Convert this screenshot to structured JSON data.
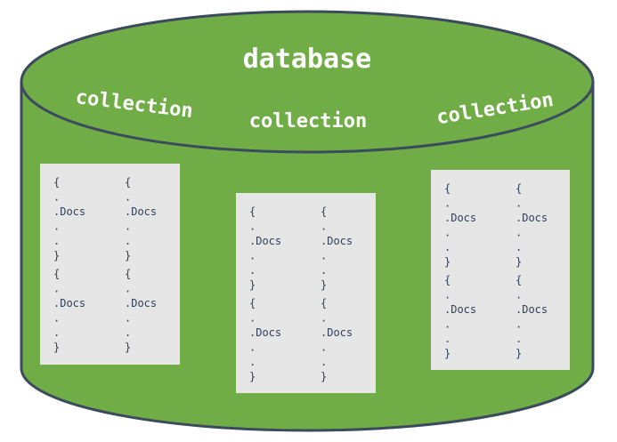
{
  "diagram": {
    "title": "database",
    "colors": {
      "fill": "#70ad47",
      "stroke": "#3b4a5c",
      "panel": "#e6e6e6",
      "text_on_green": "#ffffff",
      "doc_text": "#2f3e5a"
    },
    "collections": [
      {
        "label": "collection",
        "docs": [
          {
            "lines": [
              "{",
              ".",
              ".Docs",
              ".",
              ".",
              "}"
            ]
          },
          {
            "lines": [
              "{",
              ".",
              ".Docs",
              ".",
              ".",
              "}"
            ]
          },
          {
            "lines": [
              "{",
              ".",
              ".Docs",
              ".",
              ".",
              "}"
            ]
          },
          {
            "lines": [
              "{",
              ".",
              ".Docs",
              ".",
              ".",
              "}"
            ]
          }
        ]
      },
      {
        "label": "collection",
        "docs": [
          {
            "lines": [
              "{",
              ".",
              ".Docs",
              ".",
              ".",
              "}"
            ]
          },
          {
            "lines": [
              "{",
              ".",
              ".Docs",
              ".",
              ".",
              "}"
            ]
          },
          {
            "lines": [
              "{",
              ".",
              ".Docs",
              ".",
              ".",
              "}"
            ]
          },
          {
            "lines": [
              "{",
              ".",
              ".Docs",
              ".",
              ".",
              "}"
            ]
          }
        ]
      },
      {
        "label": "collection",
        "docs": [
          {
            "lines": [
              "{",
              ".",
              ".Docs",
              ".",
              ".",
              "}"
            ]
          },
          {
            "lines": [
              "{",
              ".",
              ".Docs",
              ".",
              ".",
              "}"
            ]
          },
          {
            "lines": [
              "{",
              ".",
              ".Docs",
              ".",
              ".",
              "}"
            ]
          },
          {
            "lines": [
              "{",
              ".",
              ".Docs",
              ".",
              ".",
              "}"
            ]
          }
        ]
      }
    ]
  }
}
